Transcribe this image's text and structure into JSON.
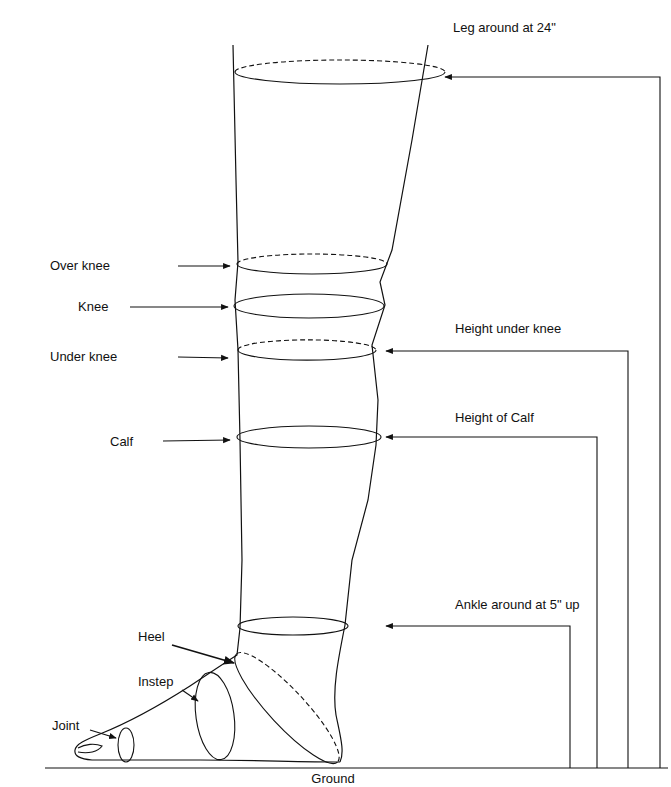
{
  "diagram": {
    "labels": [
      "Leg around at 24\"",
      "Over knee",
      "Knee",
      "Under knee",
      "Height under knee",
      "Calf",
      "Height of Calf",
      "Heel",
      "Instep",
      "Joint",
      "Ankle around at 5\" up",
      "Ground"
    ]
  }
}
